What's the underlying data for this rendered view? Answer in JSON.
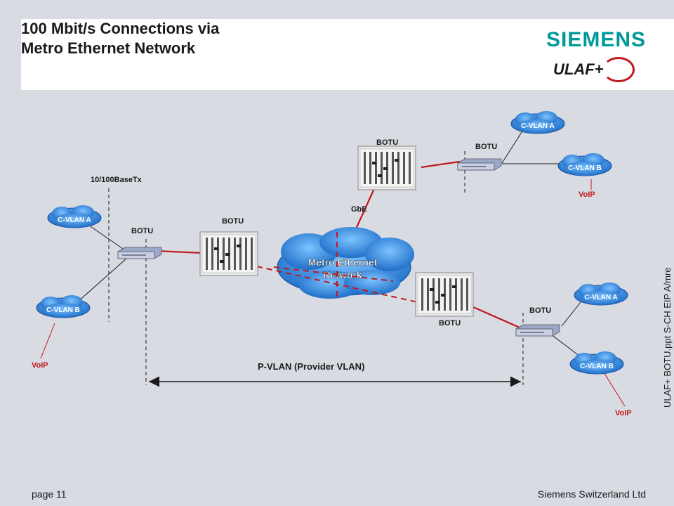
{
  "header": {
    "title_line1": "100 Mbit/s Connections via",
    "title_line2": "Metro Ethernet Network",
    "brand": "SIEMENS",
    "product_logo": "ULAF+"
  },
  "diagram": {
    "cloud_label_line1": "Metro Ethernet",
    "cloud_label_line2": "Network",
    "interface_label": "10/100BaseTx",
    "gbe_label": "GbE",
    "botu_label": "BOTU",
    "cvlan_a": "C-VLAN A",
    "cvlan_b": "C-VLAN B",
    "voip": "VoIP",
    "pvlan_label": "P-VLAN (Provider VLAN)"
  },
  "side_text": "ULAF+ BOTU.ppt  S-CH EIP A/mre",
  "footer": {
    "page": "page 11",
    "company": "Siemens Switzerland Ltd"
  },
  "colors": {
    "background": "#d9dbe3",
    "cloud": "#3a8fe0",
    "link_red": "#c0181c",
    "brand_teal": "#009999"
  }
}
